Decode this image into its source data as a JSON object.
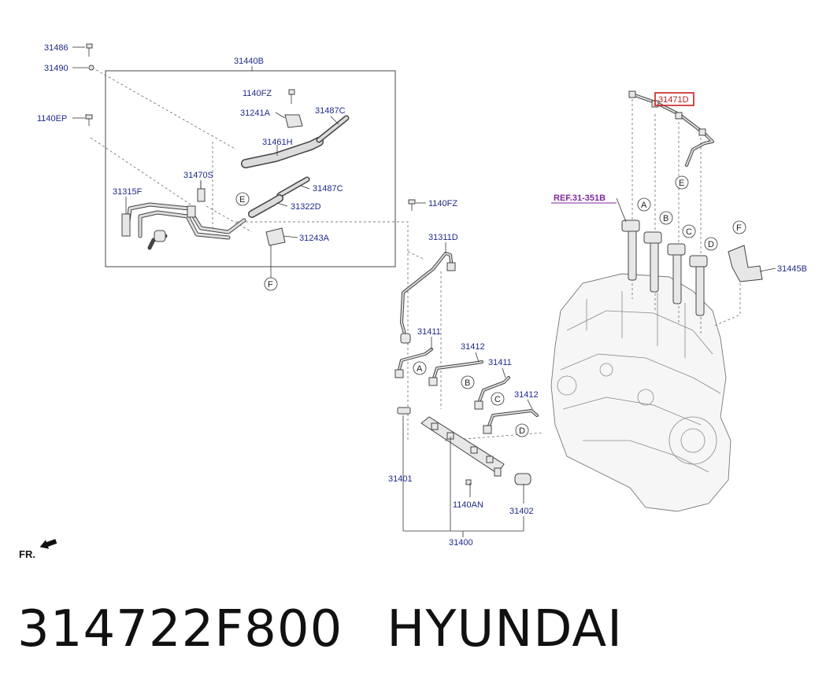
{
  "diagram": {
    "labels": {
      "p31486": "31486",
      "p31490": "31490",
      "p1140EP": "1140EP",
      "p31440B": "31440B",
      "p1140FZ_a": "1140FZ",
      "p31241A": "31241A",
      "p31487C_a": "31487C",
      "p31461H": "31461H",
      "p31470S": "31470S",
      "p31315F": "31315F",
      "p31487C_b": "31487C",
      "p31322D": "31322D",
      "p31243A": "31243A",
      "p1140FZ_b": "1140FZ",
      "p31311D": "31311D",
      "p31471D": "31471D",
      "ref": "REF.31-351B",
      "p31445B": "31445B",
      "p31411_a": "31411",
      "p31412_a": "31412",
      "p31411_b": "31411",
      "p31412_b": "31412",
      "p31401": "31401",
      "p1140AN": "1140AN",
      "p31402": "31402",
      "p31400": "31400",
      "front": "FR."
    },
    "callouts": {
      "A": "A",
      "B": "B",
      "C": "C",
      "D": "D",
      "E": "E",
      "F": "F"
    },
    "highlight_color": "#c81e1e",
    "label_color": "#1f2a8a"
  },
  "caption": {
    "part_number": "314722F800",
    "brand": "HYUNDAI"
  }
}
